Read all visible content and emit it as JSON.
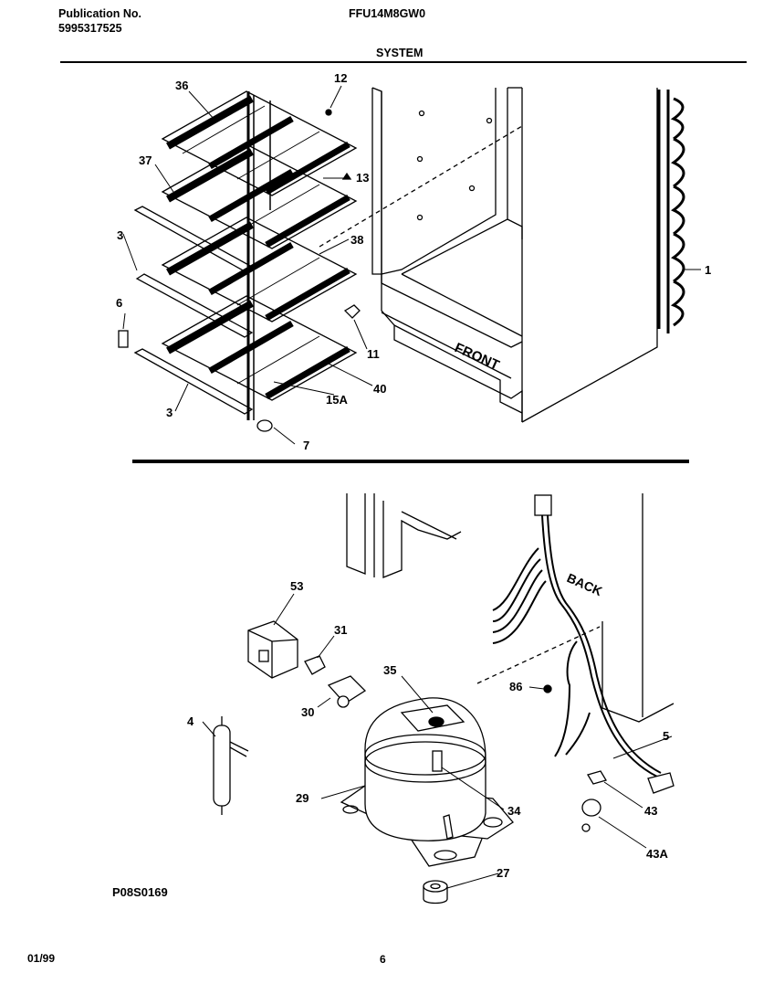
{
  "header": {
    "pub_label": "Publication No.",
    "pub_number": "5995317525",
    "model": "FFU14M8GW0",
    "section": "SYSTEM"
  },
  "footer": {
    "date": "01/99",
    "page": "6",
    "diagram_code": "P08S0169"
  },
  "front_label": "FRONT",
  "back_label": "BACK",
  "callouts": {
    "c36": "36",
    "c37": "37",
    "c12": "12",
    "c13": "13",
    "c38": "38",
    "c3a": "3",
    "c3b": "3",
    "c6": "6",
    "c11": "11",
    "c40": "40",
    "c15a": "15A",
    "c7": "7",
    "c1": "1",
    "c53": "53",
    "c31": "31",
    "c30": "30",
    "c35": "35",
    "c4": "4",
    "c29": "29",
    "c34": "34",
    "c27": "27",
    "c86": "86",
    "c5": "5",
    "c43": "43",
    "c43a": "43A"
  }
}
